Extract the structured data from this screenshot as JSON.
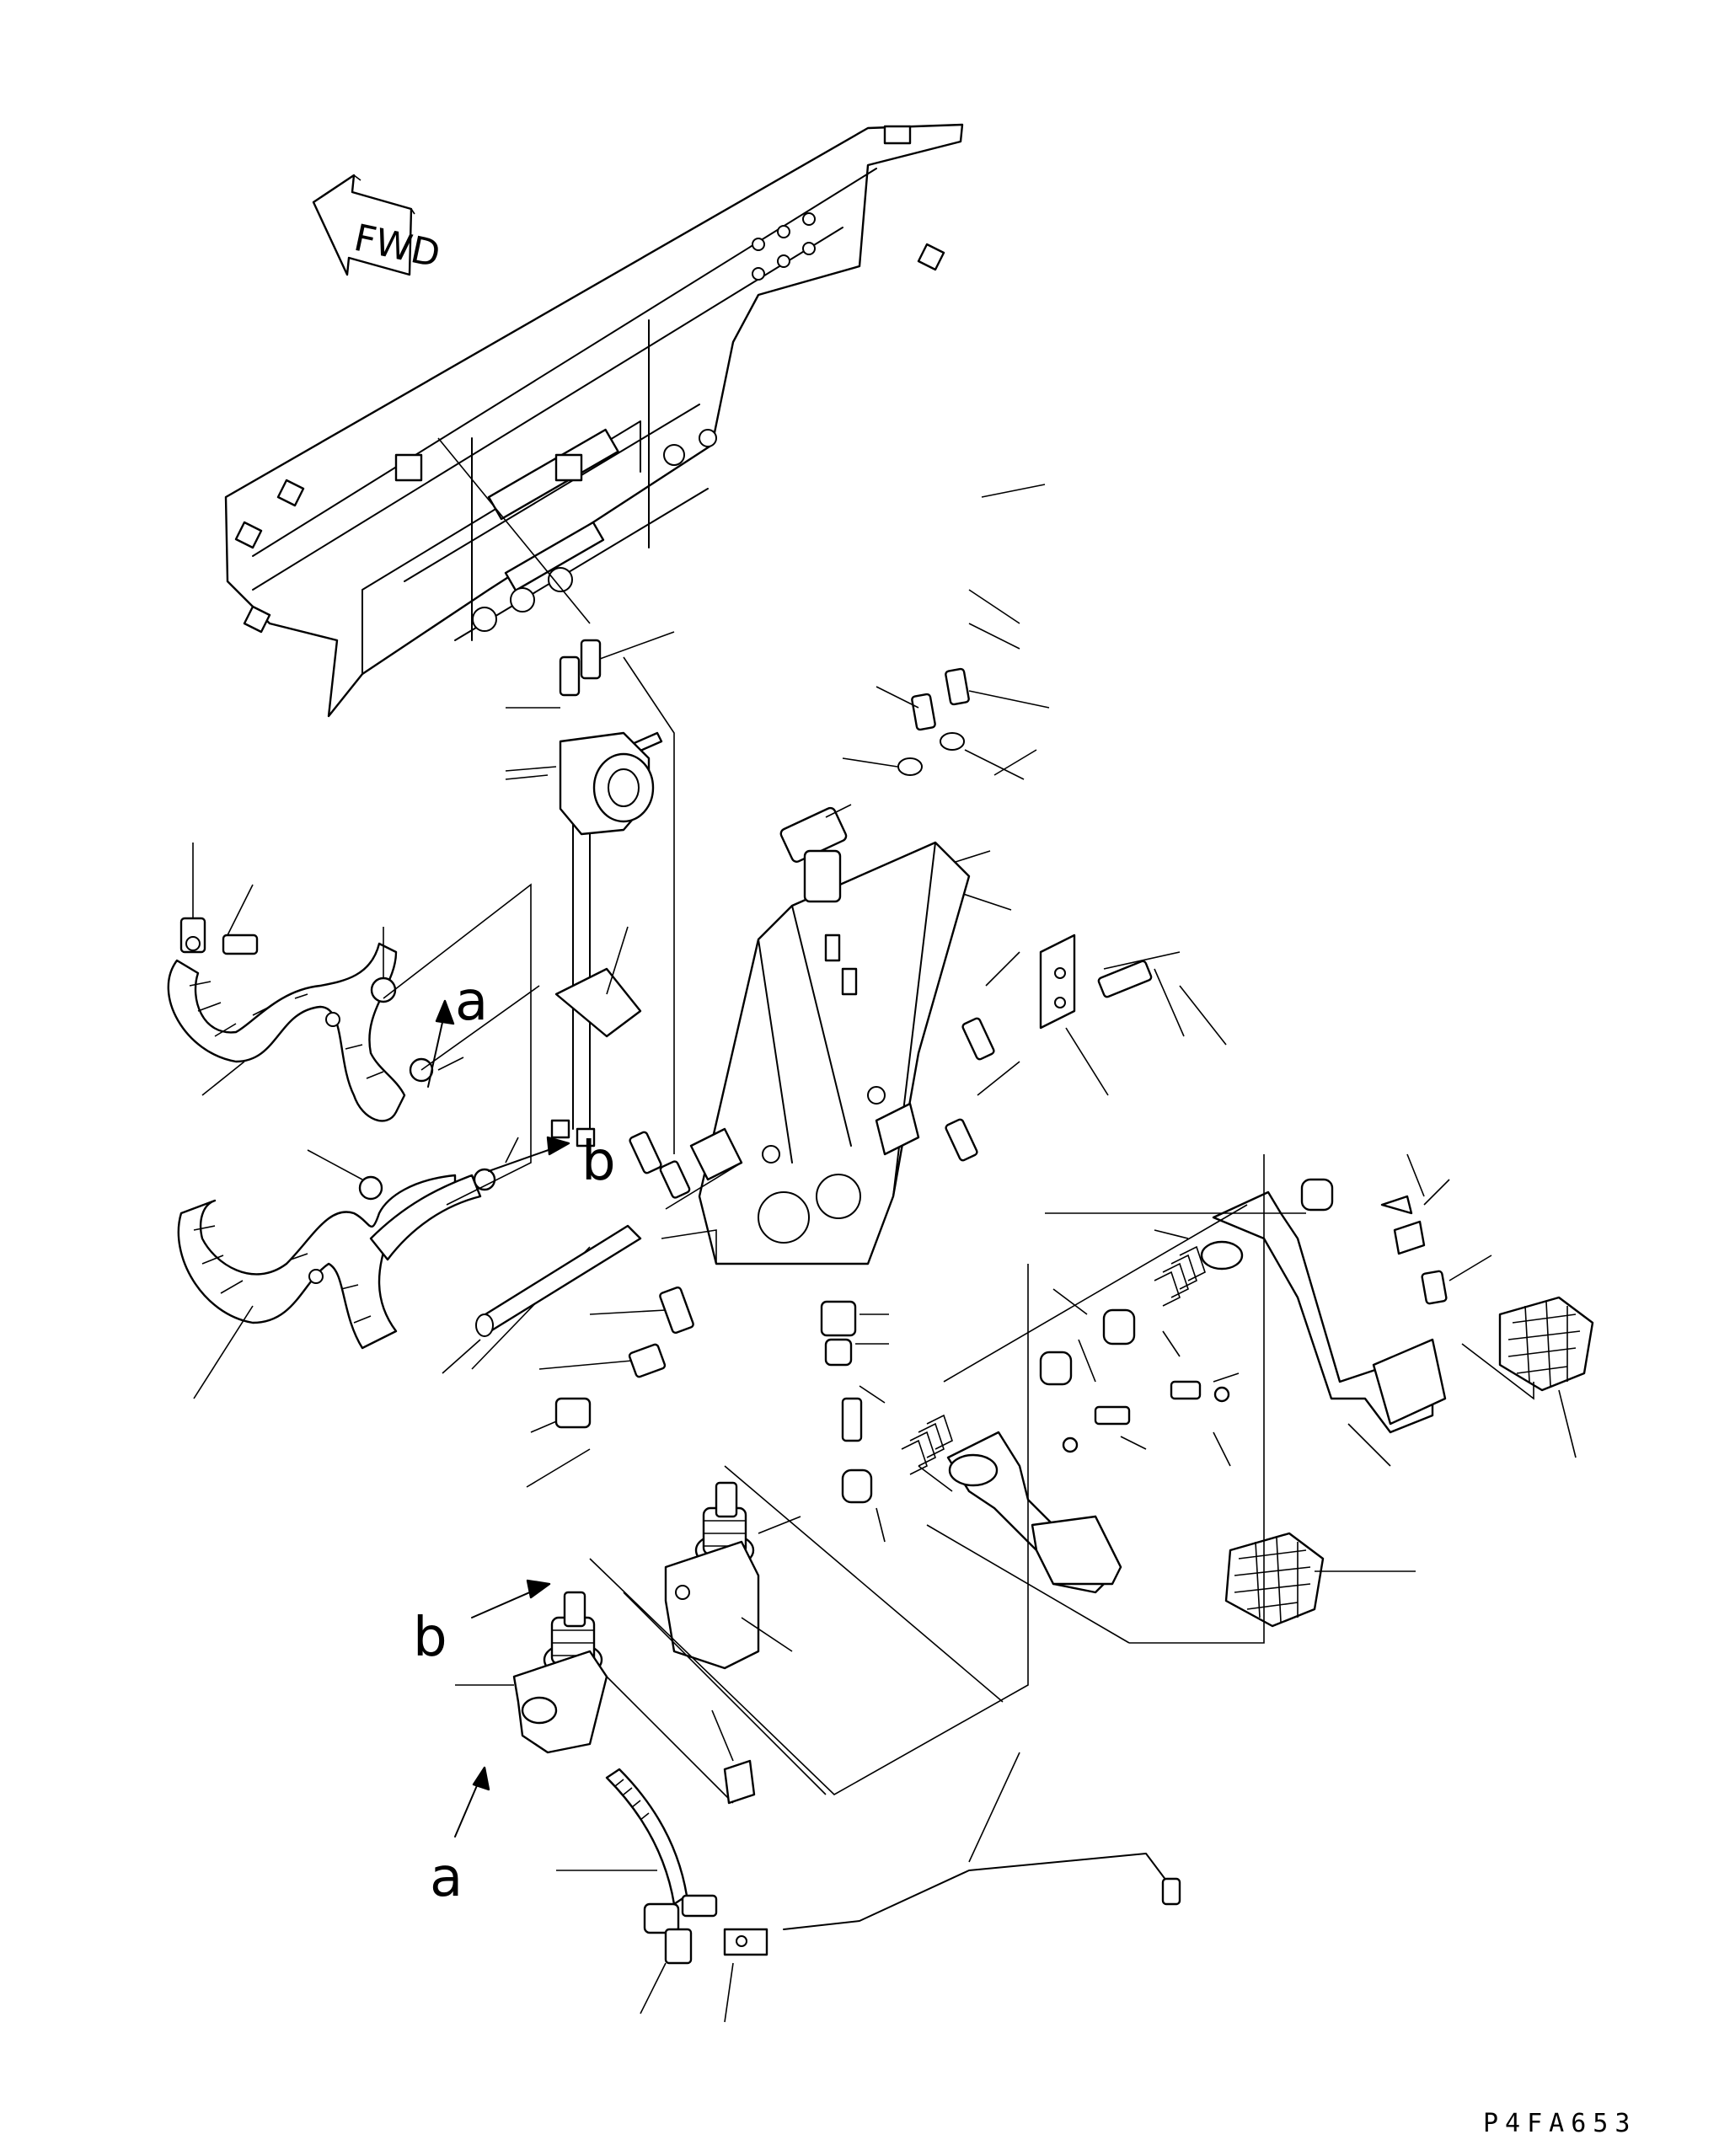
{
  "diagram": {
    "fwd_label": "FWD",
    "view_markers": [
      {
        "id": "a-top",
        "text": "a"
      },
      {
        "id": "b-top",
        "text": "b"
      },
      {
        "id": "b-bottom",
        "text": "b"
      },
      {
        "id": "a-bottom",
        "text": "a"
      }
    ],
    "drawing_code": "P4FA653"
  }
}
